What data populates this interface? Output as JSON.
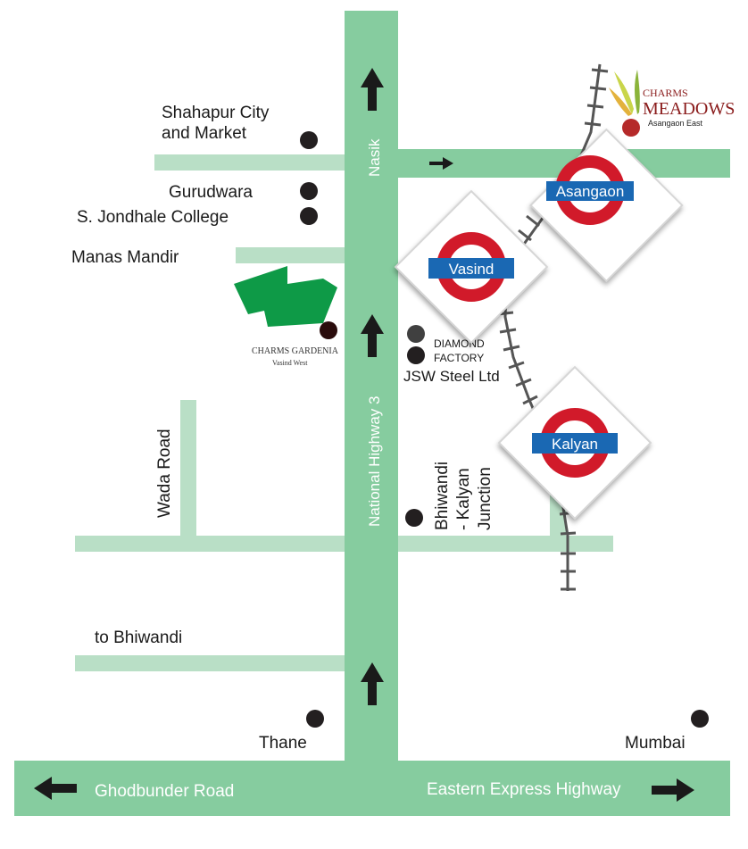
{
  "roads": {
    "nh3": "National Highway 3",
    "nasik": "Nasik",
    "wada": "Wada Road",
    "ghodbunder": "Ghodbunder Road",
    "eastern_express": "Eastern Express Highway",
    "bhiwandi_kalyan_line1": "Bhiwandi",
    "bhiwandi_kalyan_line2": "- Kalyan",
    "bhiwandi_kalyan_line3": "Junction"
  },
  "places": {
    "shahapur_line1": "Shahapur City",
    "shahapur_line2": "and Market",
    "gurudwara": "Gurudwara",
    "jondhale": "S. Jondhale College",
    "manas": "Manas Mandir",
    "diamond_line1": "DIAMOND",
    "diamond_line2": "FACTORY",
    "jsw": "JSW Steel Ltd",
    "to_bhiwandi": "to Bhiwandi",
    "thane": "Thane",
    "mumbai": "Mumbai"
  },
  "stations": {
    "asangaon": "Asangaon",
    "vasind": "Vasind",
    "kalyan": "Kalyan"
  },
  "projects": {
    "gardenia_name": "CHARMS GARDENIA",
    "gardenia_sub": "Vasind West",
    "meadows_line1": "CHARMS",
    "meadows_line2": "MEADOWS",
    "meadows_sub": "Asangaon East"
  },
  "colors": {
    "main_road": "#86cc9f",
    "side_road": "#b9dfc6",
    "station_ring": "#d11a2a",
    "station_bar": "#1a68b3",
    "gardenia_plot": "#0e9a47",
    "meadows_text": "#8a1b1b"
  }
}
